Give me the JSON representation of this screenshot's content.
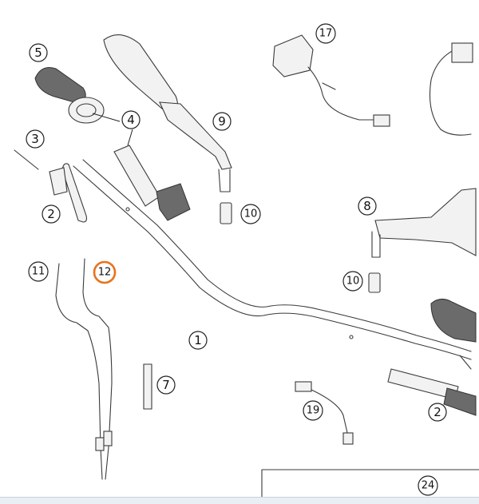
{
  "callouts": [
    {
      "id": "c1",
      "label": "1"
    },
    {
      "id": "c2a",
      "label": "2"
    },
    {
      "id": "c2b",
      "label": "2"
    },
    {
      "id": "c3",
      "label": "3"
    },
    {
      "id": "c4",
      "label": "4"
    },
    {
      "id": "c5",
      "label": "5"
    },
    {
      "id": "c7",
      "label": "7"
    },
    {
      "id": "c8",
      "label": "8"
    },
    {
      "id": "c9",
      "label": "9"
    },
    {
      "id": "c10a",
      "label": "10"
    },
    {
      "id": "c10b",
      "label": "10"
    },
    {
      "id": "c11",
      "label": "11"
    },
    {
      "id": "c12",
      "label": "12"
    },
    {
      "id": "c17",
      "label": "17"
    },
    {
      "id": "c19",
      "label": "19"
    },
    {
      "id": "c24",
      "label": "24"
    }
  ],
  "highlight_color": "#e8731a"
}
